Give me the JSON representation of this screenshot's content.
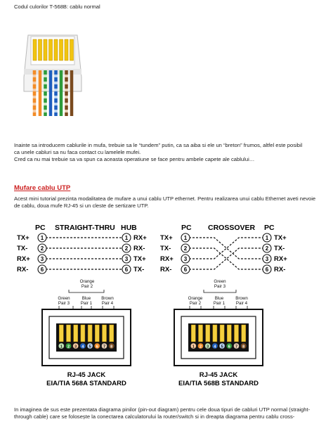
{
  "page": {
    "top_caption": "Codul culorilor T-568B: cablu  normal",
    "para1_line1": "Inainte sa introducem cablurile in mufa, trebuie sa le “tundem” putin, ca sa aiba si ele un “breton” frumos, altfel este posibil",
    "para1_line2": "ca unele cabluri sa nu faca contact cu lamelele mufei.",
    "para1_line3": "Cred ca nu mai trebuie sa va spun ca aceasta operatiune se face pentru ambele capete ale cablului…",
    "heading": "Mufare cablu UTP",
    "para2_line1": "Acest mini tutorial prezinta modalitatea de mufare a unui cablu UTP ethernet. Pentru realizarea unui cablu Ethernet aveti nevoie",
    "para2_line2": "de cablu, doua mufe RJ-45 si un cleste de sertizare UTP.",
    "para3_line1": "In imaginea de sus este prezentata diagrama pinilor (pin-out diagram) pentru cele doua tipuri de cabluri UTP normal (straight-",
    "para3_line2": "through cable) care se folosește la conectarea calculatorului la router/switch si in dreapta diagrama pentru cablu cross-"
  },
  "diagram": {
    "straight": {
      "title_pc": "PC",
      "title_main": "STRAIGHT-THRU",
      "title_hub": "HUB",
      "left_labels": [
        "TX+",
        "TX-",
        "RX+",
        "RX-"
      ],
      "right_labels": [
        "RX+",
        "RX-",
        "TX+",
        "TX-"
      ],
      "pins": [
        "1",
        "2",
        "3",
        "6"
      ]
    },
    "crossover": {
      "title_pc_left": "PC",
      "title_main": "CROSSOVER",
      "title_pc_right": "PC",
      "left_labels": [
        "TX+",
        "TX-",
        "RX+",
        "RX-"
      ],
      "right_labels": [
        "TX+",
        "TX-",
        "RX+",
        "RX-"
      ],
      "left_pins": [
        "1",
        "2",
        "3",
        "6"
      ],
      "right_pins": [
        "1",
        "2",
        "3",
        "6"
      ]
    },
    "jack_a": {
      "pair_top": "Orange",
      "pair_top_num": "Pair 2",
      "green": "Green",
      "green_num": "Pair 3",
      "blue": "Blue",
      "blue_num": "Pair 1",
      "brown": "Brown",
      "brown_num": "Pair 4",
      "pins": [
        "1",
        "2",
        "3",
        "4",
        "5",
        "6",
        "7",
        "8"
      ],
      "caption1": "RJ-45 JACK",
      "caption2": "EIA/TIA 568A STANDARD"
    },
    "jack_b": {
      "pair_top": "Green",
      "pair_top_num": "Pair 3",
      "orange": "Orange",
      "orange_num": "Pair 2",
      "blue": "Blue",
      "blue_num": "Pair 1",
      "brown": "Brown",
      "brown_num": "Pair 4",
      "pins": [
        "1",
        "2",
        "3",
        "4",
        "5",
        "6",
        "7",
        "8"
      ],
      "caption1": "RJ-45 JACK",
      "caption2": "EIA/TIA 568B STANDARD"
    }
  },
  "colors": {
    "heading": "#cc1f1f",
    "wire_568b": [
      "#f6c9a0",
      "#f28c28",
      "#cfe9c6",
      "#1f5fbf",
      "#b9d3f2",
      "#2e9b3b",
      "#e6cdb3",
      "#7a4a1e"
    ]
  }
}
